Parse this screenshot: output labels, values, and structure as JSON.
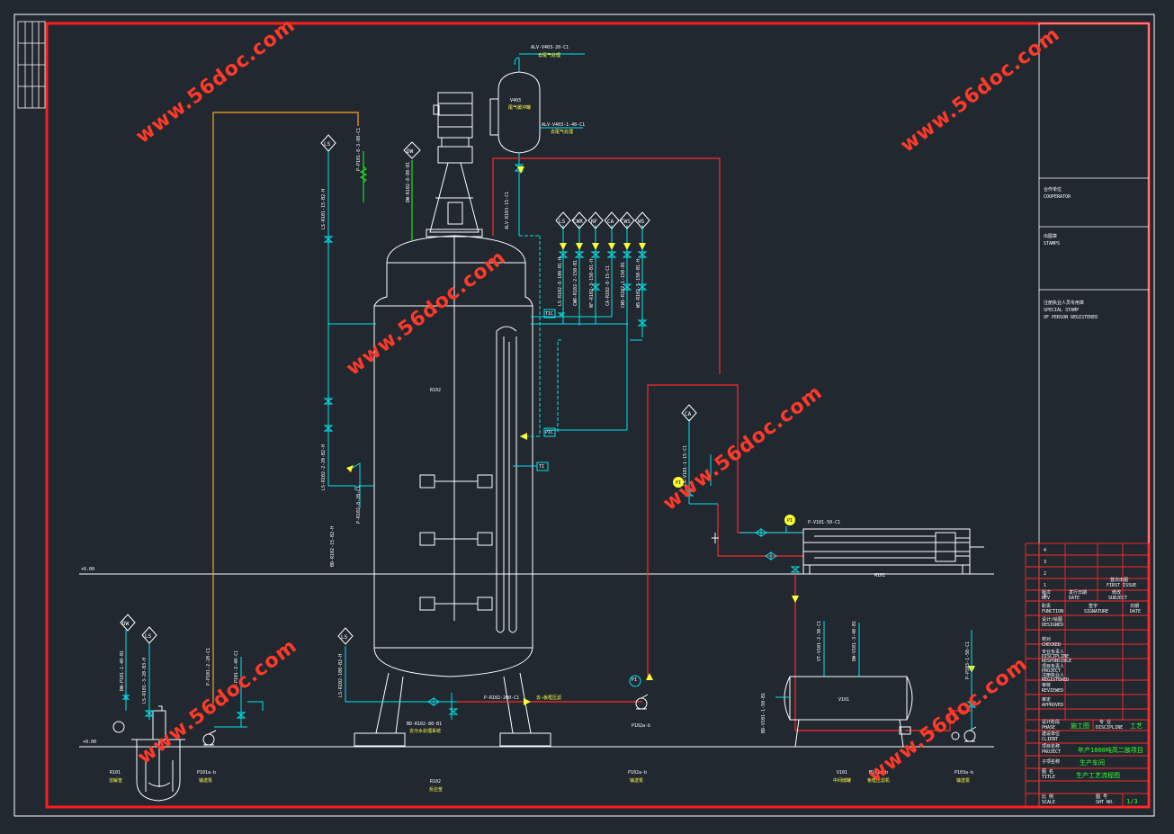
{
  "watermarks": [
    "www.56doc.com",
    "www.56doc.com",
    "www.56doc.com",
    "www.56doc.com",
    "www.56doc.com",
    "www.56doc.com"
  ],
  "instruments": {
    "ls1": "LS",
    "dw1": "DW",
    "ls2": "LS",
    "cwr": "CWR",
    "nf": "NF",
    "ca1": "CA",
    "cws": "CWS",
    "ws": "WS",
    "ca2": "CA",
    "dw2": "DW",
    "ls3": "LS",
    "ls4": "LS",
    "pi1": "PI",
    "pi2": "PI",
    "pi3": "PI",
    "tic": "TIC",
    "pic": "PIC",
    "ti": "TI"
  },
  "line_tags": {
    "top_vent_a": "ALV-V403-20-C1",
    "top_vent_b": "ALV-V403-1-40-C1",
    "tank_top_note": "去尾气处理",
    "tank_note_b": "去尾气处理",
    "v403": "V403",
    "v403_sub": "尾气缓冲罐",
    "alv": "ALV-R103-15-C1",
    "ls_left": "LS-R101-15-B2-H",
    "ls_left2": "LS-R102-2-20-B2-H",
    "dw_left": "DW-R102-8-80-B1",
    "p_left": "P-P101-8-3-80-C1",
    "p_r1": "P-R102-8-20-C1",
    "bd": "BD-R102-15-B2-H",
    "ls_group": "LS-R102-8-100-B1-H",
    "cwr_group": "CWR-R102-2-150-B1",
    "nf_group": "NF-R102-3-150-B1-H",
    "ca_group": "CA-R102-8-15-C1",
    "cws_group": "CWS-R102-1-150-B1",
    "ws_group": "WS-R102-5-150-B1-H",
    "r102_inner": "R102",
    "ca_right": "CA-V101-1-15-C1",
    "p_v101": "P-V101-50-C1",
    "m101": "M101",
    "v101": "V101",
    "vt": "VT-V101-2-30-C1",
    "dw_v101": "DW-V101-3-40-B1",
    "bd_v101": "BD-V101-1-50-B1",
    "p_v101b": "P-P103-1-50-C1",
    "p_bottom": "P-R102-200-C1",
    "ls_bottom": "LS-R102-100-B2-H",
    "bd_bottom": "BD-R102-80-B1",
    "bd_note": "去污水处理系统",
    "to_filter": "去→板框压滤",
    "dw_p101": "DW-P101-1-40-B1",
    "ls_p101": "LS-R101-3-20-B3-H",
    "p_p101": "P-P101-2-20-C1",
    "p_p101b": "P-P101-2-40-C1",
    "elev1": "+6.00",
    "elev2": "+0.00",
    "p102_tag": "P102a-b",
    "bottom_label_a": "R101",
    "bottom_label_a2": "溶解釜",
    "bottom_label_b": "P101a-b",
    "bottom_label_b2": "输送泵",
    "bottom_label_c": "R102",
    "bottom_label_c2": "反应釜",
    "bottom_label_d": "P102a-b",
    "bottom_label_d2": "输送泵",
    "bottom_label_e": "V101",
    "bottom_label_e2": "中间储罐",
    "bottom_label_f": "M101a-b",
    "bottom_label_f2": "板框压滤机",
    "bottom_label_g": "P103a-b",
    "bottom_label_g2": "输送泵"
  },
  "title_block": {
    "cooperator_cn": "合作单位",
    "cooperator_en": "COOPERATOR",
    "stamp_cn": "出图章",
    "stamp_en": "STAMPS",
    "special_cn": "注册执业人员专用章",
    "special_en1": "SPECIAL STAMP",
    "special_en2": "OF PERSON REGISTERED",
    "rev_rows": [
      "4",
      "3",
      "2",
      "1",
      "0"
    ],
    "first_issue_cn": "首次出图",
    "first_issue_en": "FIRST ISSUE",
    "rev_cn": "版次",
    "rev_en": "REV",
    "date_cn": "发行日期",
    "date_en": "DATE",
    "subject_cn": "修改",
    "subject_en": "SUBJECT",
    "function_cn": "职责",
    "function_en": "FUNCTION",
    "signature_cn": "签字",
    "signature_en": "SIGNATURE",
    "date2_cn": "日期",
    "date2_en": "DATE",
    "designed_cn": "设计/绘图",
    "designed_en": "DESIGNED",
    "checked_cn": "校对",
    "checked_en": "CHECKED",
    "discipline_cn": "专业负责人",
    "discipline_en": "DISCIPLINE",
    "responsible_en": "RESPONSIBLE",
    "project_resp_cn": "项目负责人",
    "project_resp_en": "PROJECT",
    "registered_cn": "注册执业人",
    "registered_en": "REGISTERED",
    "reviewed_cn": "审核",
    "reviewed_en": "REVIEWED",
    "approved_cn": "审定",
    "approved_en": "APPROVED",
    "phase_cn": "设计阶段",
    "phase_en": "PHASE",
    "phase_val": "施工图",
    "discipline2_cn": "专 业",
    "discipline2_en": "DISCIPLINE",
    "discipline2_val": "工艺",
    "client_cn": "建设单位",
    "client_en": "CLIENT",
    "project_cn": "项目名称",
    "project_en": "PROJECT",
    "project_val": "年产1000吨高二胺项目",
    "subproject_cn": "子项名称",
    "subproject_val": "生产车间",
    "title_cn": "图 名",
    "title_en": "TITLE",
    "title_val": "生产工艺流程图",
    "scale_cn": "比 例",
    "scale_en": "SCALE",
    "sheet_cn": "图 号",
    "sheet_en": "SHT NO.",
    "sheet_val": "1/3"
  }
}
